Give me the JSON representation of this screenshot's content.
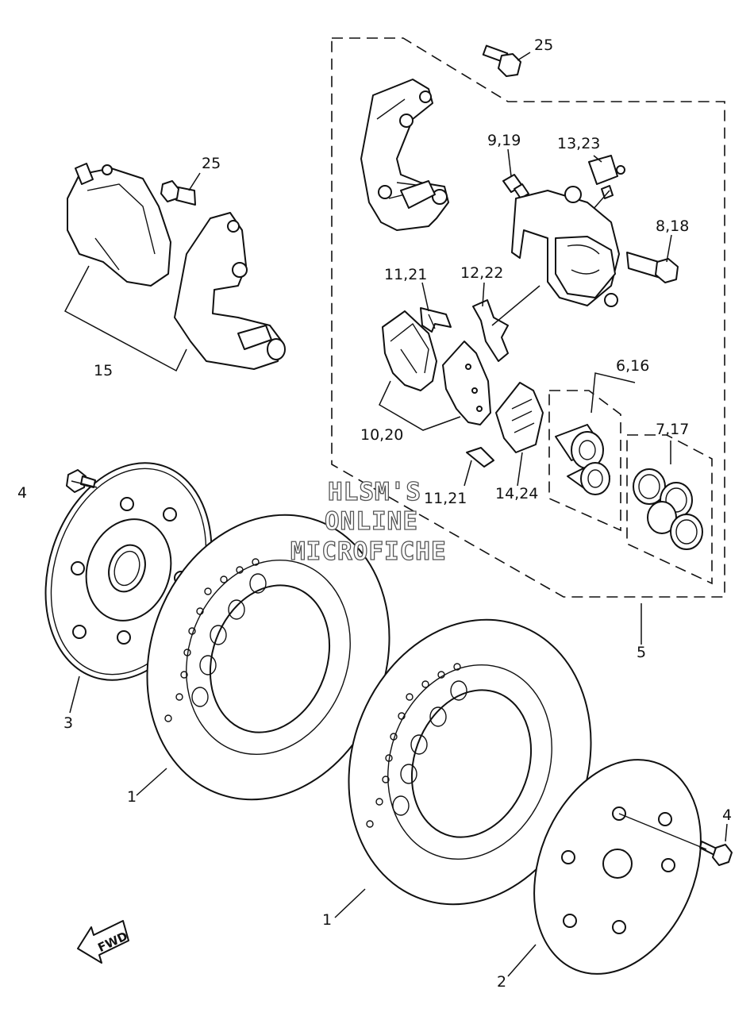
{
  "callouts": {
    "c25_top": "25",
    "c25_left": "25",
    "c9_19": "9,19",
    "c13_23": "13,23",
    "c8_18": "8,18",
    "c11_21_top": "11,21",
    "c12_22": "12,22",
    "c15": "15",
    "c6_16": "6,16",
    "c7_17": "7,17",
    "c10_20": "10,20",
    "c11_21_bottom": "11,21",
    "c14_24": "14,24",
    "c4_left": "4",
    "c5": "5",
    "c3": "3",
    "c1_left": "1",
    "c4_right": "4",
    "c1_right": "1",
    "c2": "2"
  },
  "watermark": {
    "line1": "HLSM'S",
    "line2": "ONLINE",
    "line3": "MICROFICHE"
  },
  "fwd_label": "FWD"
}
